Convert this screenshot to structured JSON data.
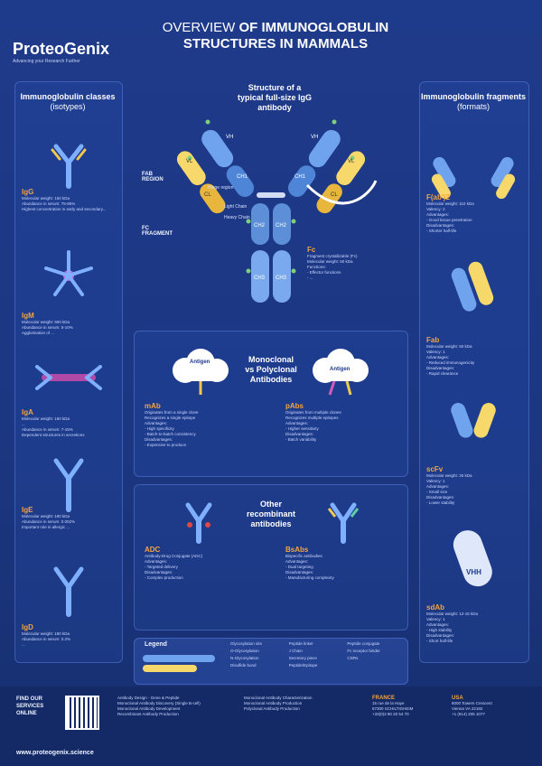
{
  "header": {
    "logo_text": "ProteoGenix",
    "tagline": "Advancing your Research Further",
    "title_line1_light": "OVERVIEW ",
    "title_line1_bold": "OF IMMUNOGLOBULIN",
    "title_line2": "STRUCTURES IN MAMMALS"
  },
  "left_panel": {
    "title": "Immunoglobulin classes",
    "subtitle": "(isotypes)",
    "classes": [
      {
        "name": "IgG",
        "bullets": [
          "Molecular weight: 150 kDa",
          "Abundance in serum: 75-85%",
          "Highest concentration in early and secondary..."
        ]
      },
      {
        "name": "IgM",
        "bullets": [
          "Molecular weight: 900 kDa",
          "Abundance in serum: 5-10%",
          "Agglutination of ..."
        ]
      },
      {
        "name": "IgA",
        "bullets": [
          "Molecular weight: 160 kDa",
          "...",
          "Abundance in serum: 7-15%",
          "Dependent structures in secretions"
        ]
      },
      {
        "name": "IgE",
        "bullets": [
          "Molecular weight: 190 kDa",
          "Abundance in serum: 0.002%",
          "Important role in allergic ..."
        ]
      },
      {
        "name": "IgD",
        "bullets": [
          "Molecular weight: 180 kDa",
          "Abundance in serum: 0.2%",
          "..."
        ]
      }
    ]
  },
  "center": {
    "title": "Structure of a typical full-size IgG antibody",
    "fab_region": "FAB REGION",
    "fc_fragment": "FC FRAGMENT",
    "labels": {
      "vh": "VH",
      "vl": "VL",
      "ch1": "CH1",
      "cl": "CL",
      "ch2": "CH2",
      "ch3": "CH3",
      "hinge": "Hinge region",
      "light_chain": "Light Chain",
      "heavy_chain": "Heavy Chain"
    },
    "fc": {
      "title": "Fc",
      "bullets": [
        "Fragment crystallizable (Fc)",
        "Molecular weight: 50 kDa",
        "Functions:",
        "- Effector functions",
        "- ..."
      ]
    }
  },
  "mono_poly": {
    "title_line1": "Monoclonal",
    "title_line2": "vs Polyclonal",
    "title_line3": "Antibodies",
    "antigen": "Antigen",
    "mab": {
      "title": "mAb",
      "bullets": [
        "Originates from a single clone",
        "Recognizes a single epitope",
        "Advantages:",
        "- High specificity",
        "- Batch-to-batch consistency",
        "Disadvantages:",
        "- Expensive to produce"
      ]
    },
    "pabs": {
      "title": "pAbs",
      "bullets": [
        "Originates from multiple clones",
        "Recognizes multiple epitopes",
        "Advantages:",
        "- Higher sensitivity",
        "Disadvantages:",
        "- Batch variability"
      ]
    }
  },
  "other": {
    "title_line1": "Other",
    "title_line2": "recombinant",
    "title_line3": "antibodies",
    "adc": {
      "title": "ADC",
      "bullets": [
        "Antibody-Drug Conjugate (ADC)",
        "Advantages:",
        "- Targeted delivery",
        "Disadvantages:",
        "- Complex production"
      ]
    },
    "bsabs": {
      "title": "BsAbs",
      "bullets": [
        "Bispecific antibodies",
        "Advantages:",
        "- Dual targeting",
        "Disadvantages:",
        "- Manufacturing complexity"
      ]
    }
  },
  "right_panel": {
    "title": "Immunoglobulin fragments",
    "subtitle": "(formats)",
    "fragments": [
      {
        "name": "F(ab')2",
        "bullets": [
          "Molecular weight: 110 kDa",
          "Valency: 2",
          "Advantages:",
          "- Good tissue penetration",
          "Disadvantages:",
          "- Shorter half-life"
        ]
      },
      {
        "name": "Fab",
        "bullets": [
          "Molecular weight: 50 kDa",
          "Valency: 1",
          "Advantages:",
          "- Reduced immunogenicity",
          "Disadvantages:",
          "- Rapid clearance"
        ]
      },
      {
        "name": "scFv",
        "bullets": [
          "Molecular weight: 25 kDa",
          "Valency: 1",
          "Advantages:",
          "- Small size",
          "Disadvantages:",
          "- Lower stability"
        ]
      },
      {
        "name": "sdAb",
        "bullets": [
          "Molecular weight: 12-15 kDa",
          "Valency: 1",
          "Advantages:",
          "- High stability",
          "Disadvantages:",
          "- Short half-life"
        ]
      }
    ],
    "vhh": "VHH"
  },
  "legend": {
    "title": "Legend",
    "items": [
      "Glycosylation site",
      "Peptide linker",
      "Peptide conjugate",
      "O-Glycosylation",
      "J Chain",
      "Fc receptor binder",
      "N-Glycosylation",
      "Secretory piece",
      "CDRs",
      "Disulfide bond",
      "Peptide/Epitope"
    ]
  },
  "footer": {
    "find_line1": "FIND OUR",
    "find_line2": "SERVICES",
    "find_line3": "ONLINE",
    "website": "www.proteogenix.science",
    "col1": [
      "Antibody Design - Gene & Peptide",
      "Monoclonal Antibody Discovery (Single B-cell)",
      "Monoclonal Antibody Development",
      "Recombinant Antibody Production"
    ],
    "col2": [
      "Monoclonal Antibody Characterization",
      "Monoclonal Antibody Production",
      "Polyclonal Antibody Production"
    ],
    "france": {
      "label": "FRANCE",
      "lines": [
        "15 rue de la Haye",
        "67300 SCHILTIGHEIM",
        "+33(0)3 90 20 54 70"
      ]
    },
    "usa": {
      "label": "USA",
      "lines": [
        "8000 Towers Crescent",
        "Vienna VA 22182",
        "+1 (914) 205 1077"
      ]
    }
  },
  "colors": {
    "background": "#1e3a8a",
    "accent": "#f4a340",
    "heavy_chain": "#5b8fd6",
    "light_chain": "#f2c94c"
  }
}
